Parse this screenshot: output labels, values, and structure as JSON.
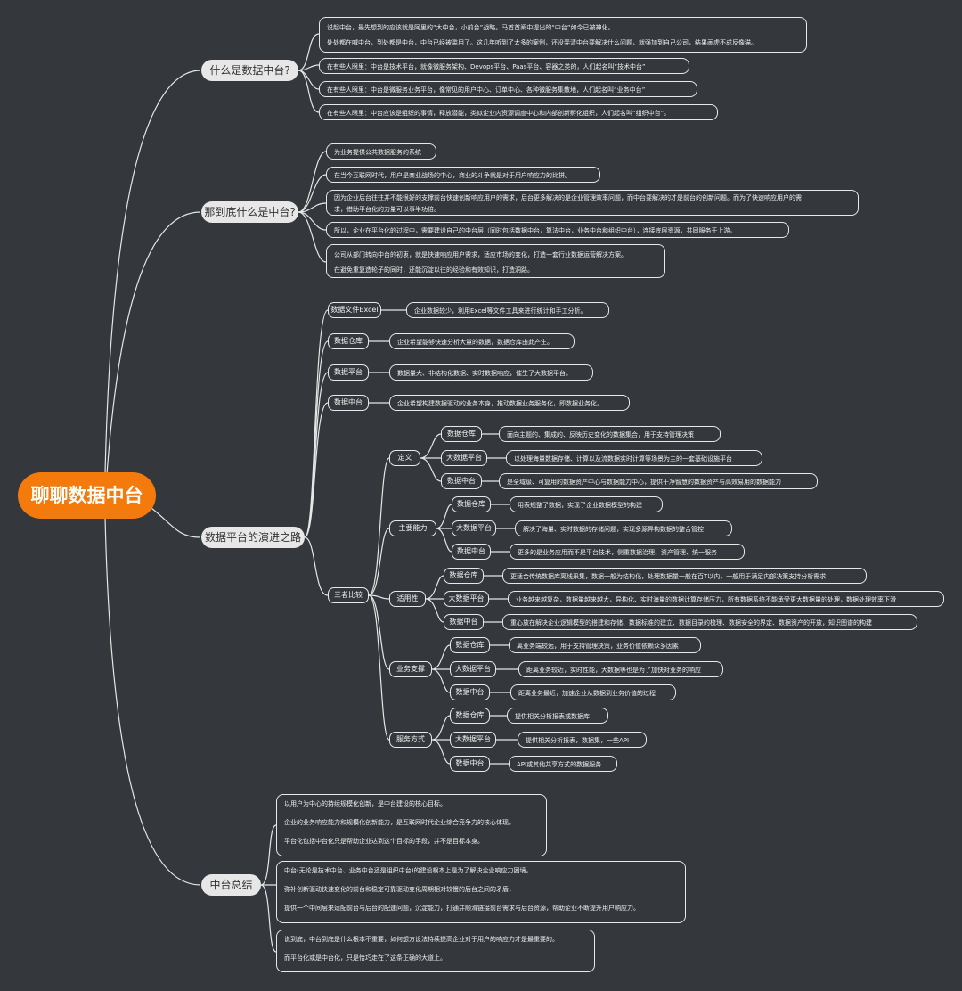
{
  "root": "聊聊数据中台",
  "s1": {
    "title": "什么是数据中台?",
    "intro": [
      "说起中台，最先想到的应该就是阿里的“大中台，小前台”战略。马首首阐中提出的“中台”如今已被神化。",
      "处处都在喊中台，到处都是中台，中台已经被滥用了。这几年听到了太多的案例，还没弄清中台要解决什么问题，就强加到自己公司，结果画虎不成反像猫。"
    ],
    "tech": "在有些人眼里：中台是技术平台，就像微服务架构、Devops平台、Paas平台、容器之类的，人们起名叫“技术中台”",
    "biz": "在有些人眼里：中台是微服务业务平台，像常见的用户中心、订单中心、各种微服务集散地，人们起名叫“业务中台”",
    "org": "在有些人眼里：中台应该是组织的事情，释放潜能，类似企业内资源调度中心和内部创新孵化组织，人们起名叫“组织中台”。"
  },
  "s2": {
    "title": "那到底什么是中台?",
    "a": "为业务提供公共数据服务的系统",
    "b": "在当今互联网时代，用户是商业战场的中心，商业的斗争就是对于用户响应力的比拼。",
    "c": [
      "因为企业后台往往并不能很好的支撑前台快速创新响应用户的需求，后台更多解决的是企业管理效率问题，而中台要解决的才是前台的创新问题。而为了快速响应用户的需",
      "求，借助平台化的力量可以事半功倍。"
    ],
    "d": "所以，企业在平台化的过程中，需要建设自己的中台层（同时包括数据中台，算法中台，业务中台和组织中台），连接底层资源，共同服务于上游。",
    "e": [
      "公司从部门转向中台的初衷，就是快速响应用户需求，适应市场的变化，打造一套行业数据运营解决方案。",
      "在避免重复造轮子的同时，还能沉淀以往的经验和有效知识，打造洞路。"
    ]
  },
  "s3": {
    "title": "数据平台的演进之路",
    "excel": {
      "label": "数据文件Excel",
      "text": "企业数据较少，利用Excel等文件工具来进行统计和手工分析。"
    },
    "dw": {
      "label": "数据仓库",
      "text": "企业希望能够快速分析大量的数据，数据仓库由此产生。"
    },
    "dp": {
      "label": "数据平台",
      "text": "数据量大、非结构化数据、实时数据响应，催生了大数据平台。"
    },
    "dm": {
      "label": "数据中台",
      "text": "企业希望构建数据驱动的业务本身，推动数据业务服务化，即数据业务化。"
    },
    "compare": {
      "label": "三者比较",
      "def": {
        "label": "定义",
        "rows": [
          [
            "数据仓库",
            "面向主题的、集成的、反映历史变化的数据集合，用于支持管理决策"
          ],
          [
            "大数据平台",
            "以处理海量数据存储、计算以及流数据实时计算等场景为主的一套基础设施平台"
          ],
          [
            "数据中台",
            "是全域级、可复用的数据资产中心与数据能力中心，提供干净智慧的数据资产与高效易用的数据能力"
          ]
        ]
      },
      "cap": {
        "label": "主要能力",
        "rows": [
          [
            "数据仓库",
            "用表规整了数据，实现了企业数据模型的构建"
          ],
          [
            "大数据平台",
            "解决了海量、实时数据的存储问题，实现多源异构数据的整合管控"
          ],
          [
            "数据中台",
            "更多的是业务应用而不是平台技术，侧重数据治理、资产管理、统一服务"
          ]
        ]
      },
      "fit": {
        "label": "适用性",
        "rows": [
          [
            "数据仓库",
            "更适合传统数据库离线采集，数据一般为结构化，处理数据量一般在百T以内，一般用于满足内部决策支持分析需求"
          ],
          [
            "大数据平台",
            "业务越来越复杂，数据量越来越大，异构化、实时海量的数据计算存储压力，所有数据系统不能承受更大数据量的处理，数据处理效率下滑"
          ],
          [
            "数据中台",
            "重心放在解决企业逻辑模型的搭建和存储、数据标准的建立、数据目录的梳理、数据安全的界定、数据资产的开放，知识图谱的构建"
          ]
        ]
      },
      "sup": {
        "label": "业务支撑",
        "rows": [
          [
            "数据仓库",
            "离业务端较远，用于支持管理决策，业务价值依赖众多因素"
          ],
          [
            "大数据平台",
            "距离业务较近，实时性能，大数据等也是为了加快对业务的响应"
          ],
          [
            "数据中台",
            "距离业务最近，加速企业从数据到业务价值的过程"
          ]
        ]
      },
      "svc": {
        "label": "服务方式",
        "rows": [
          [
            "数据仓库",
            "提供相关分析报表或数据库"
          ],
          [
            "大数据平台",
            "提供相关分析报表，数据集，一些API"
          ],
          [
            "数据中台",
            "API或其他共享方式的数据服务"
          ]
        ]
      }
    }
  },
  "s4": {
    "title": "中台总结",
    "a": [
      "以用户为中心的持续规模化创新，是中台建设的核心目标。",
      "企业的业务响应能力和规模化创新能力，是互联网时代企业综合竞争力的核心体现。",
      "平台化包括中台化只是帮助企业达到这个目标的手段，并不是目标本身。"
    ],
    "b": [
      "中台(无论是技术中台、业务中台还是组织中台)的建设根本上是为了解决企业响应力困境。",
      "弥补创新驱动快速变化的前台和稳定可靠驱动变化周期相对较慢的后台之间的矛盾，",
      "提供一个中间层来适配前台与后台的配速问题，沉淀能力，打通并顺滑链接前台需求与后台资源，帮助企业不断提升用户响应力。"
    ],
    "c": [
      "说到底，中台到底是什么根本不重要，如何想方设法持续提高企业对于用户的响应力才是最重要的。",
      "而平台化或是中台化，只是恰巧走在了这条正确的大道上。"
    ]
  }
}
